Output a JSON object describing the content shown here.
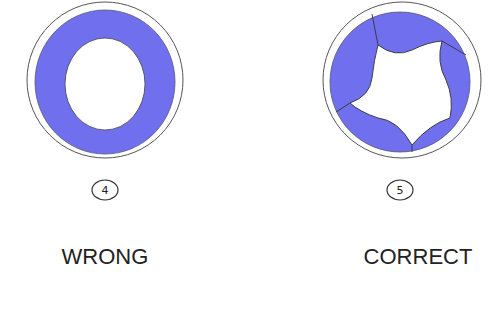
{
  "diagram": {
    "nodes": [
      {
        "text": [
          "4"
        ]
      },
      {
        "text": [
          "5"
        ]
      }
    ],
    "labels": [
      "WRONG",
      "CORRECT"
    ]
  }
}
